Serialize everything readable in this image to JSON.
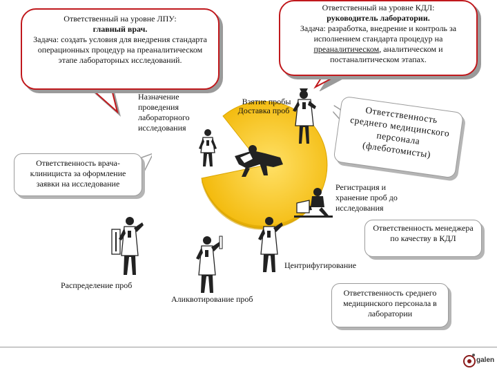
{
  "bubbles": {
    "lpu": {
      "line1": "Ответственный на уровне ЛПУ:",
      "line2": "главный врач.",
      "task": "Задача: создать условия для внедрения стандарта операционных процедур на преаналитическом этапе лабораторных исследований."
    },
    "kdl": {
      "line1": "Ответственный на уровне КДЛ:",
      "line2": "руководитель лаборатории.",
      "task_a": "Задача: разработка, внедрение и контроль за исполнением стандарта процедур на ",
      "task_underlined": "преаналитическом",
      "task_b": ", аналитическом и постаналитическом этапах."
    },
    "nurse": {
      "text": "Ответственность среднего медицинского персонала (флеботомисты)"
    },
    "clinician": {
      "text": "Ответственность врача-клинициста за оформление заявки на исследование"
    },
    "qm": {
      "text": "Ответственность менеджера по качеству в КДЛ"
    },
    "lab_staff": {
      "text": "Ответственность среднего медицинского персонала в лаборатории"
    }
  },
  "labels": {
    "appointment": "Назначение проведения лабораторного исследования",
    "sampling": "Взятие пробы",
    "delivery": "Доставка проб",
    "registration": "Регистрация и хранение проб до исследования",
    "centrifuge": "Центрифугирование",
    "distribution": "Распределение проб",
    "aliquoting": "Аликвотирование проб"
  },
  "logo": {
    "text": "galen"
  },
  "colors": {
    "pie_fill": "#f5c518",
    "pie_edge": "#d49a00",
    "bubble_red": "#c0181c",
    "bubble_gray": "#9a9a9a"
  }
}
